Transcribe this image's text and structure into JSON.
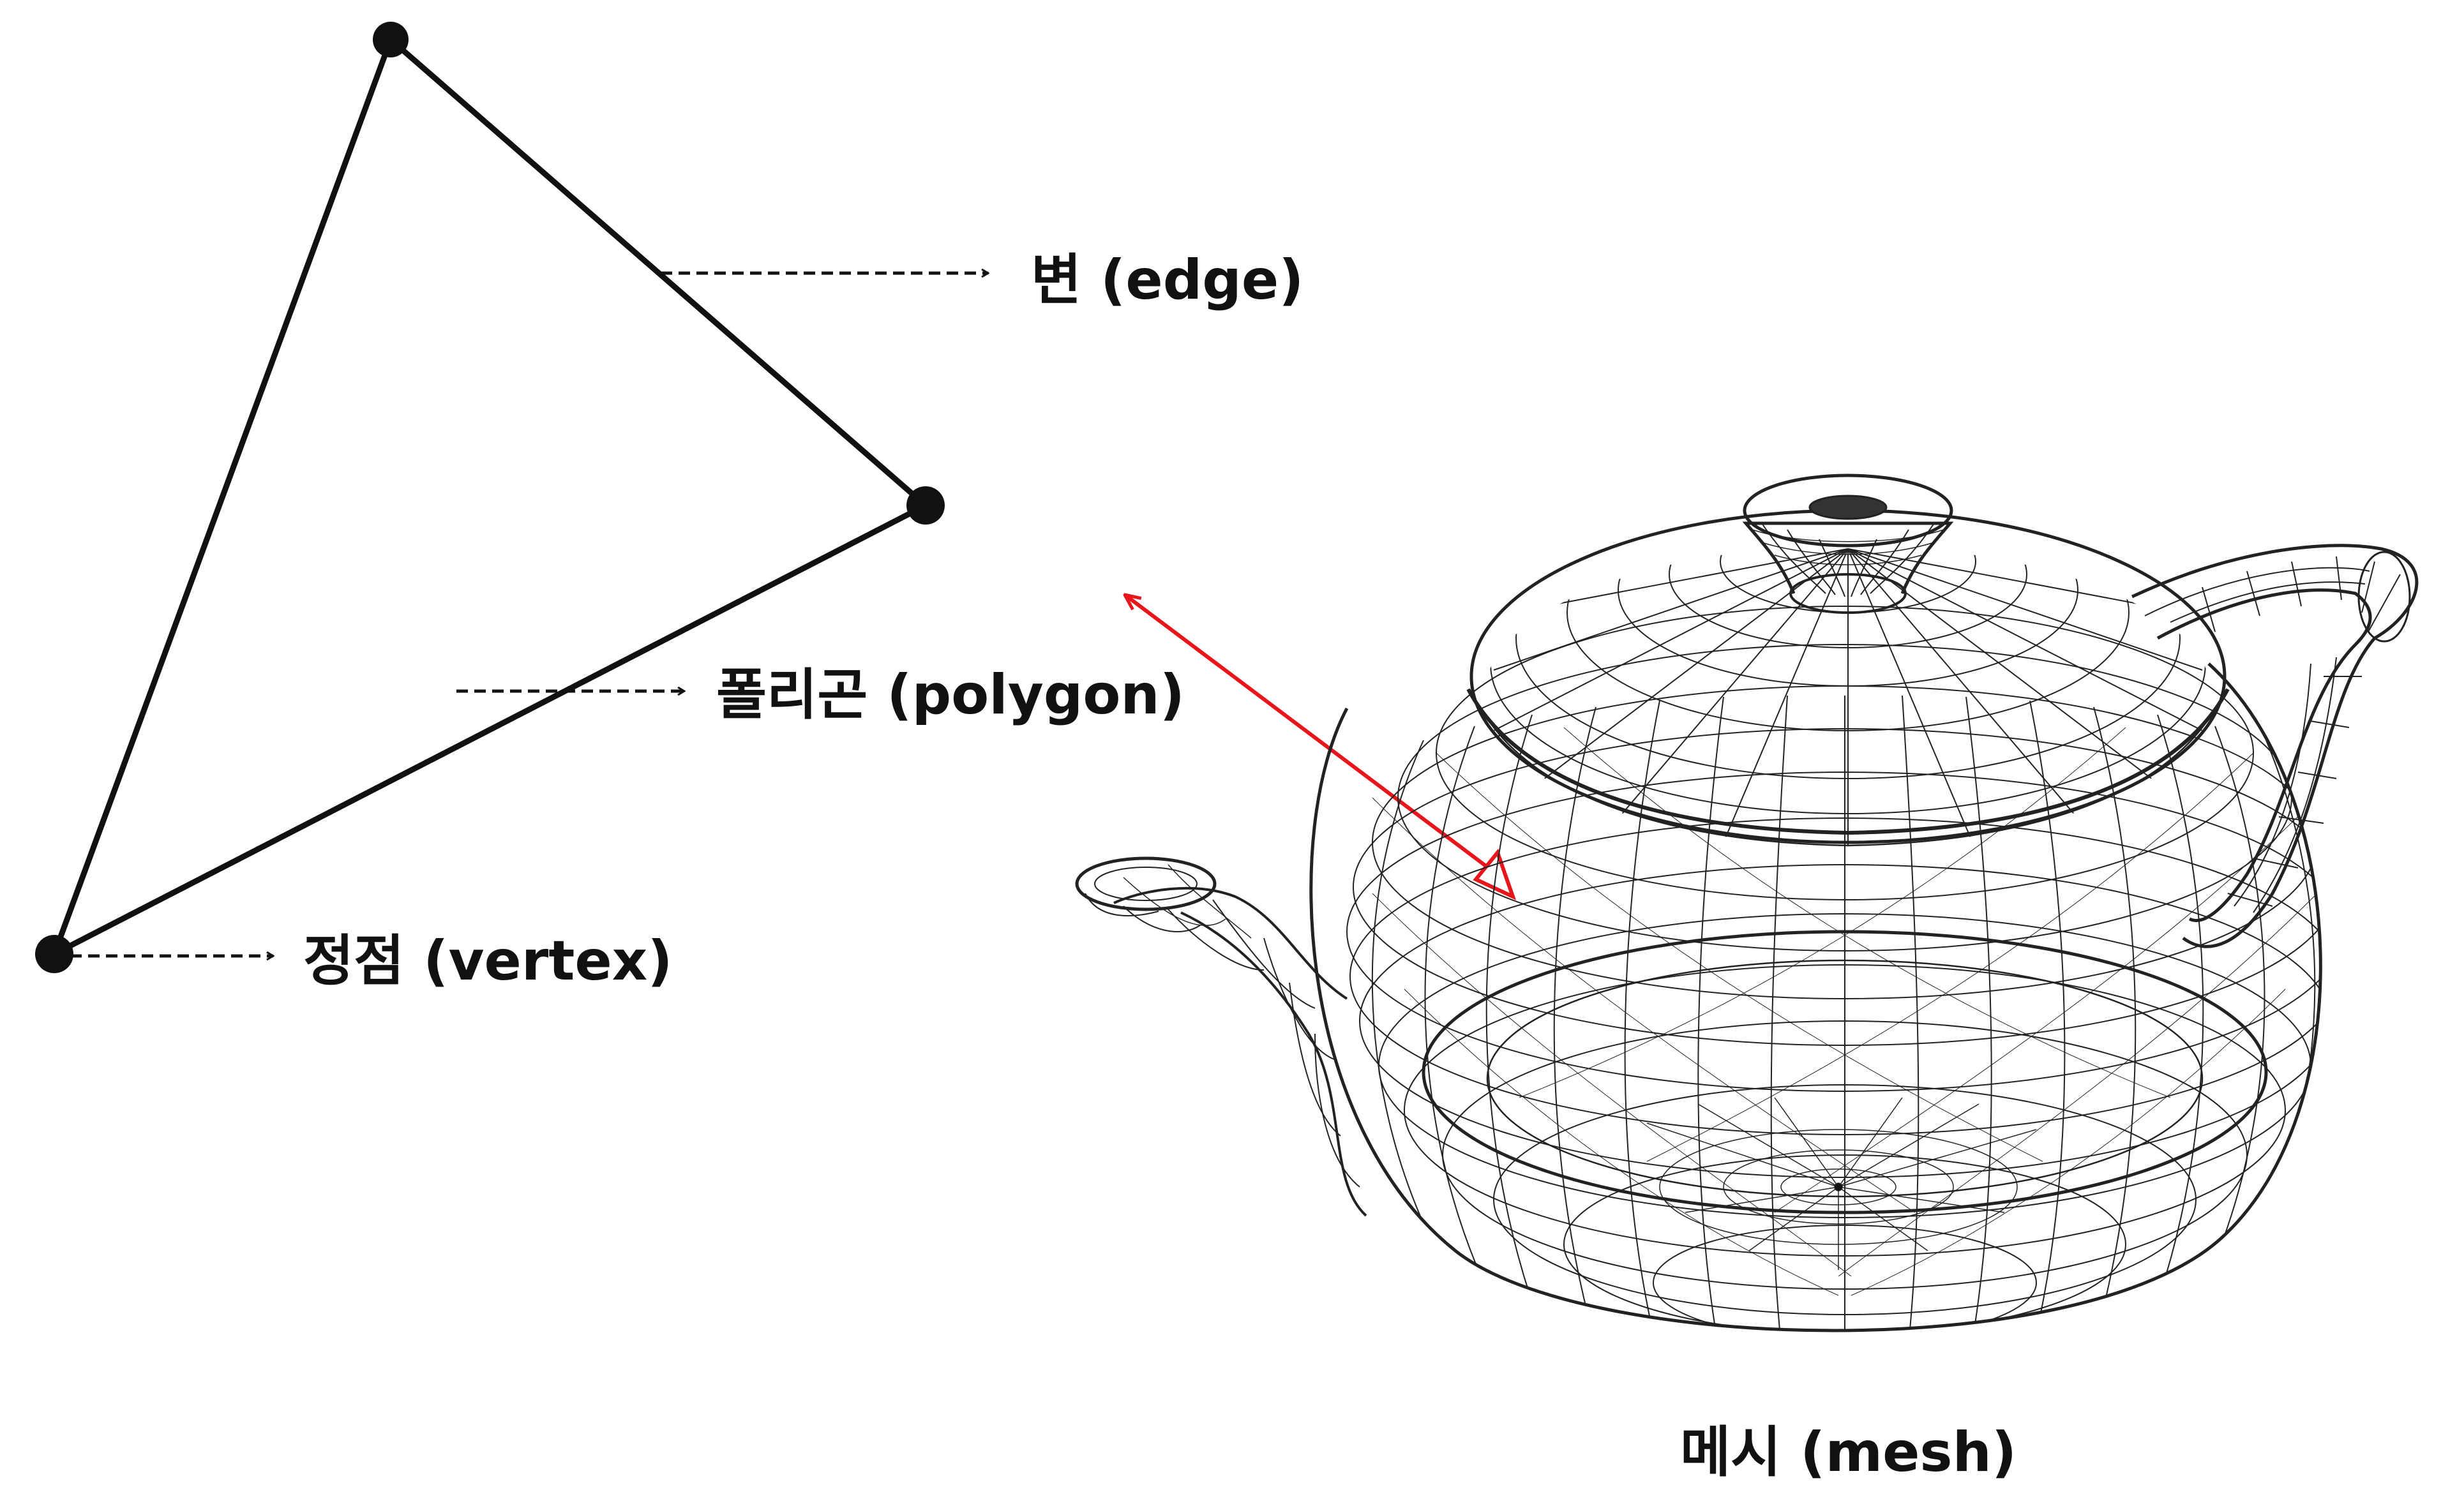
{
  "labels": {
    "edge": "변 (edge)",
    "polygon": "폴리곤 (polygon)",
    "vertex": "정점 (vertex)",
    "mesh": "메시 (mesh)"
  },
  "colors": {
    "ink": "#111111",
    "arrow": "#e8161b",
    "wire": "#222222",
    "background": "#ffffff"
  },
  "icons": {
    "teapot": "wireframe-teapot-icon"
  }
}
